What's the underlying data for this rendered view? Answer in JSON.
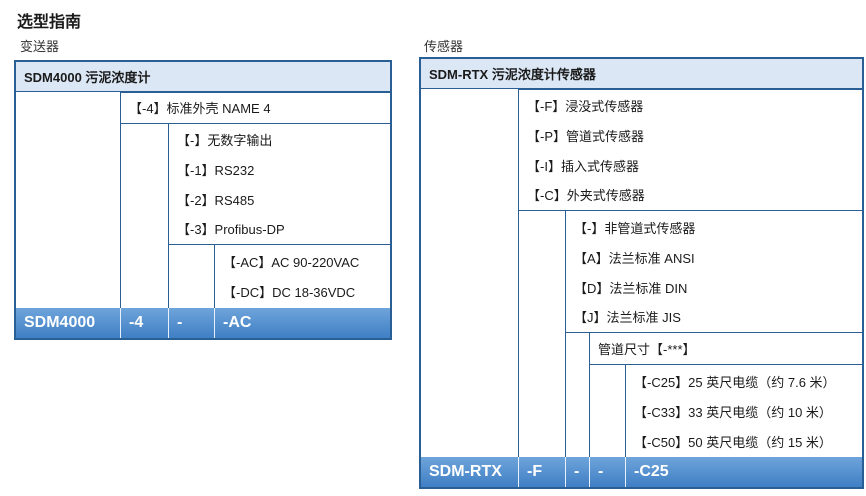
{
  "title": "选型指南",
  "left": {
    "subtitle": "变送器",
    "header": "SDM4000 污泥浓度计",
    "level1": [
      "【-4】标准外壳   NAME 4"
    ],
    "level2": [
      "【-】无数字输出",
      "【-1】RS232",
      "【-2】RS485",
      "【-3】Profibus-DP"
    ],
    "level3": [
      "【-AC】AC 90-220VAC",
      "【-DC】DC 18-36VDC"
    ],
    "code": [
      "SDM4000",
      "-4",
      "-",
      "-AC"
    ]
  },
  "right": {
    "subtitle": "传感器",
    "header": "SDM-RTX 污泥浓度计传感器",
    "level1": [
      "【-F】浸没式传感器",
      "【-P】管道式传感器",
      "【-I】插入式传感器",
      "【-C】外夹式传感器"
    ],
    "level2": [
      "【-】非管道式传感器",
      "【A】法兰标准 ANSI",
      "【D】法兰标准 DIN",
      "【J】法兰标准 JIS"
    ],
    "level3": [
      "管道尺寸【-***】"
    ],
    "level4": [
      "【-C25】25 英尺电缆（约 7.6 米）",
      "【-C33】33 英尺电缆（约 10 米）",
      "【-C50】50 英尺电缆（约 15 米）"
    ],
    "code": [
      "SDM-RTX",
      "-F",
      "-",
      "-",
      "-C25"
    ]
  },
  "colors": {
    "border": "#2a5f95",
    "header_bg": "#dbe7f5",
    "bar_top": "#6fa4db",
    "bar_bottom": "#3f7fc4"
  }
}
